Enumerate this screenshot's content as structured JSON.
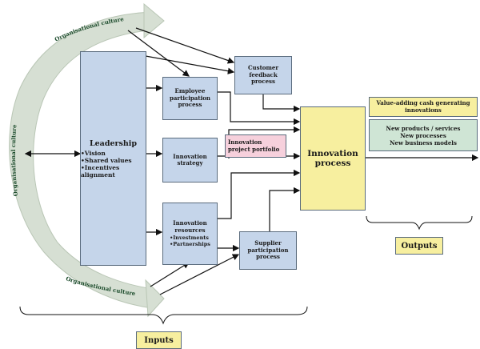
{
  "culture_labels": {
    "top": "Organisational culture",
    "left": "Organisational culture",
    "bottom": "Organisational culture"
  },
  "leadership": {
    "title": "Leadership",
    "items": [
      "Vision",
      "Shared values",
      "Incentives alignment"
    ]
  },
  "boxes": {
    "employee": "Employee participation process",
    "customer": "Customer feedback process",
    "strategy": "Innovation strategy",
    "portfolio": "Innovation project portfolio",
    "innovation_process": "Innovation process",
    "resources_title": "Innovation resources",
    "resources_items": [
      "Investments",
      "Partnerships"
    ],
    "supplier": "Supplier participation process"
  },
  "outputs": {
    "value_adding": "Value-adding cash generating innovations",
    "list": [
      "New products / services",
      "New processes",
      "New business models"
    ],
    "label": "Outputs"
  },
  "inputs_label": "Inputs",
  "colors": {
    "blue_box": "#c5d5ea",
    "pink_box": "#f6d0dc",
    "yellow_box": "#f7ef9f",
    "green_box": "#cfe5d5",
    "arc": "#d6dfd3"
  }
}
